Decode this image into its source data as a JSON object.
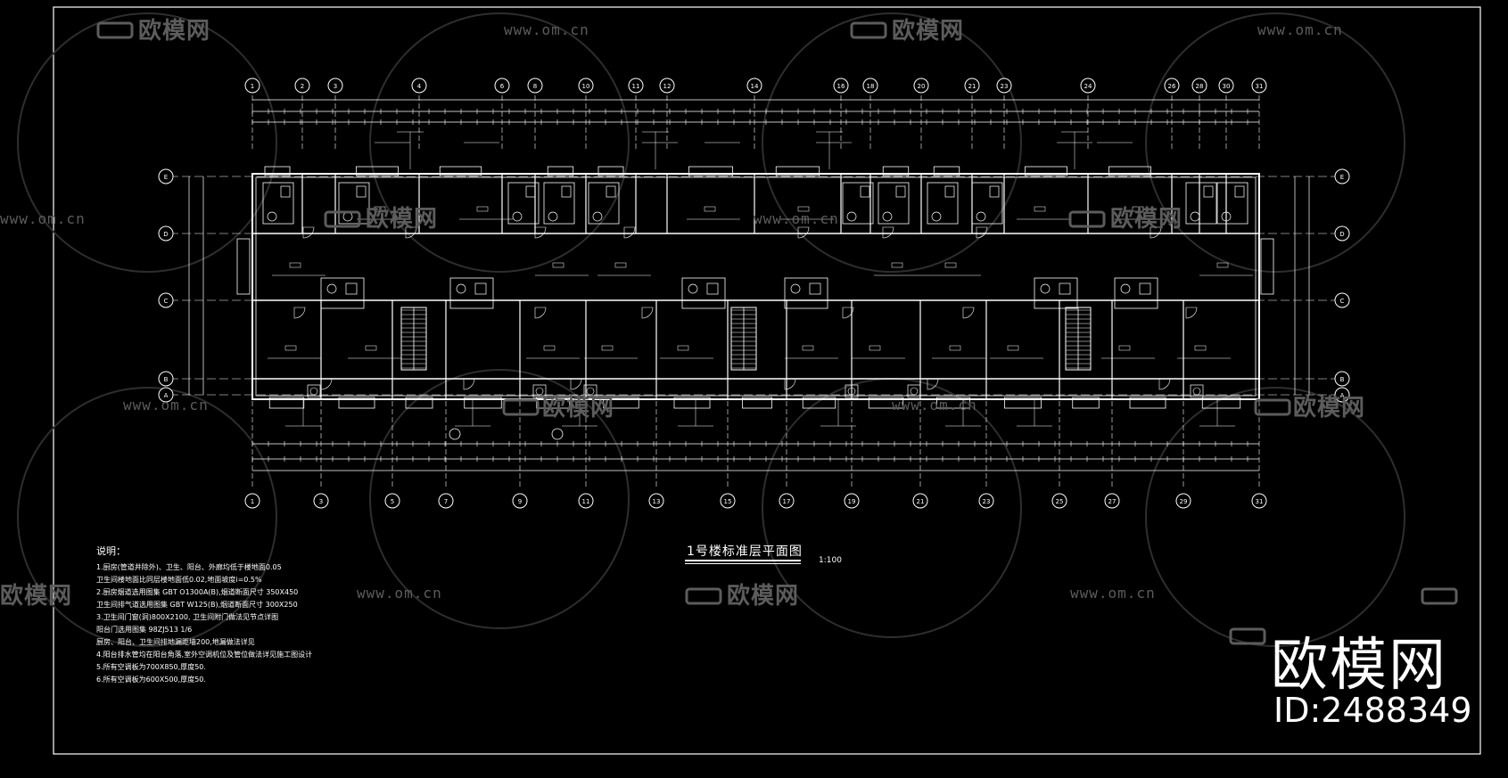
{
  "drawing": {
    "title": "1号楼标准层平面图",
    "scale": "1:100"
  },
  "axes": {
    "top": [
      "1",
      "2",
      "3",
      "4",
      "6",
      "8",
      "10",
      "11",
      "12",
      "14",
      "16",
      "18",
      "20",
      "21",
      "23",
      "24",
      "26",
      "28",
      "30",
      "31"
    ],
    "bottom": [
      "1",
      "3",
      "5",
      "7",
      "9",
      "11",
      "13",
      "15",
      "17",
      "19",
      "21",
      "23",
      "25",
      "27",
      "29",
      "31"
    ],
    "side": [
      "E",
      "D",
      "C",
      "B",
      "A"
    ]
  },
  "notes": {
    "heading": "说明：",
    "lines": [
      "1.厨房(管道井除外)、卫生、阳台、外廊均低于楼地面0.05",
      "  卫生间楼地面比同层楼地面低0.02,地面坡度i=0.5%",
      "2.厨房烟道选用图集          GBT O1300A(B),烟道断面尺寸          350X450",
      "  卫生间排气道选用图集      GBT W125(B),烟道断面尺寸          300X250",
      "3.卫生间门窗(洞)800X2100,          卫生间附门做法见节点详图",
      "  阳台门选用图集          98ZJ513          1/6",
      "  厨房、阳台、卫生间排地漏距墙200,地漏做法详见",
      "4.阳台排水管均在阳台角落,室外空调机位及管位做法详见施工图设计",
      "5.所有空调板为700X850,厚度50.",
      "6.所有空调板为600X500,厚度50."
    ]
  },
  "watermark": {
    "brand": "欧模网",
    "url": "www.om.cn",
    "id": "ID:2488349"
  }
}
